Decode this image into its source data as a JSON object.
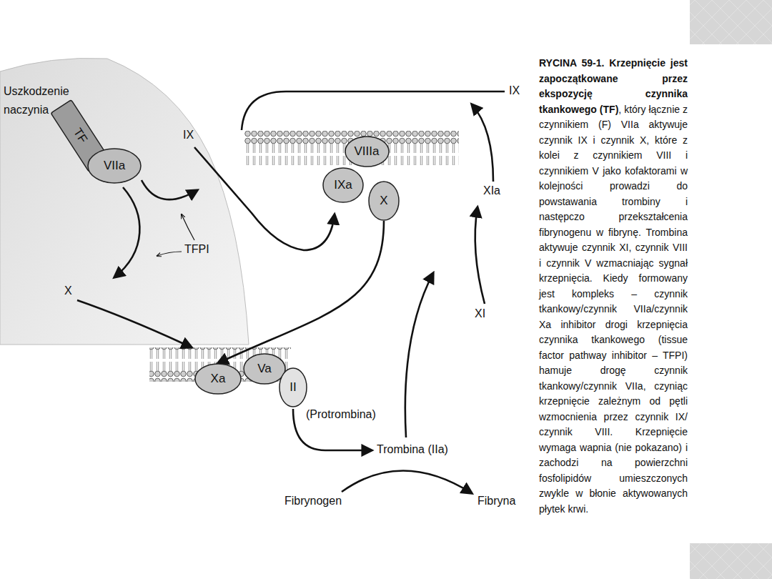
{
  "diagram": {
    "title": "RYCINA 59-1. Krzepnięcie jest zapoczątkowane przez ekspozycję czynnika tkankowego (TF)",
    "caption": ", który łącznie z czynnikiem (F) VIIa aktywuje czynnik IX i czynnik X, które z kolei z czynnikiem VIII i czynnikiem V jako kofaktorami w kolejności prowadzi do powstawania trombiny i następczo przekształcenia fibrynogenu w fibrynę. Trombina aktywuje czynnik XI, czynnik VIII i czynnik V wzmacniając sygnał krzepnięcia. Kiedy formowany jest kompleks – czynnik tkankowy/czynnik VIIa/czynnik Xa inhibitor drogi krzepnięcia czynnika tkankowego (tissue factor pathway inhibitor – TFPI) hamuje drogę czynnik tkankowy/czynnik VIIa, czyniąc krzepnięcie zależnym od pętli wzmocnienia przez czynnik IX/ czynnik VIII. Krzepnięcie wymaga wapnia (nie pokazano) i zachodzi na powierzchni fosfolipidów umieszczonych zwykle w błonie aktywowanych płytek krwi.",
    "nodes": [
      {
        "text": [
          "TF"
        ]
      },
      {
        "text": [
          "VIIa"
        ]
      },
      {
        "text": [
          "VIIIa"
        ]
      },
      {
        "text": [
          "IXa"
        ]
      },
      {
        "text": [
          "X"
        ]
      },
      {
        "text": [
          "Xa"
        ]
      },
      {
        "text": [
          "Va"
        ]
      },
      {
        "text": [
          "II"
        ]
      }
    ],
    "edges": [
      {
        "from": 4,
        "to": 5,
        "arrow": "to"
      }
    ],
    "labels": [
      "Uszkodzenie naczynia",
      "IX",
      "TFPI",
      "X",
      "IX",
      "XIa",
      "XI",
      "(Protrombina)",
      "Trombina (IIa)",
      "Fibrynogen",
      "Fibryna"
    ]
  }
}
